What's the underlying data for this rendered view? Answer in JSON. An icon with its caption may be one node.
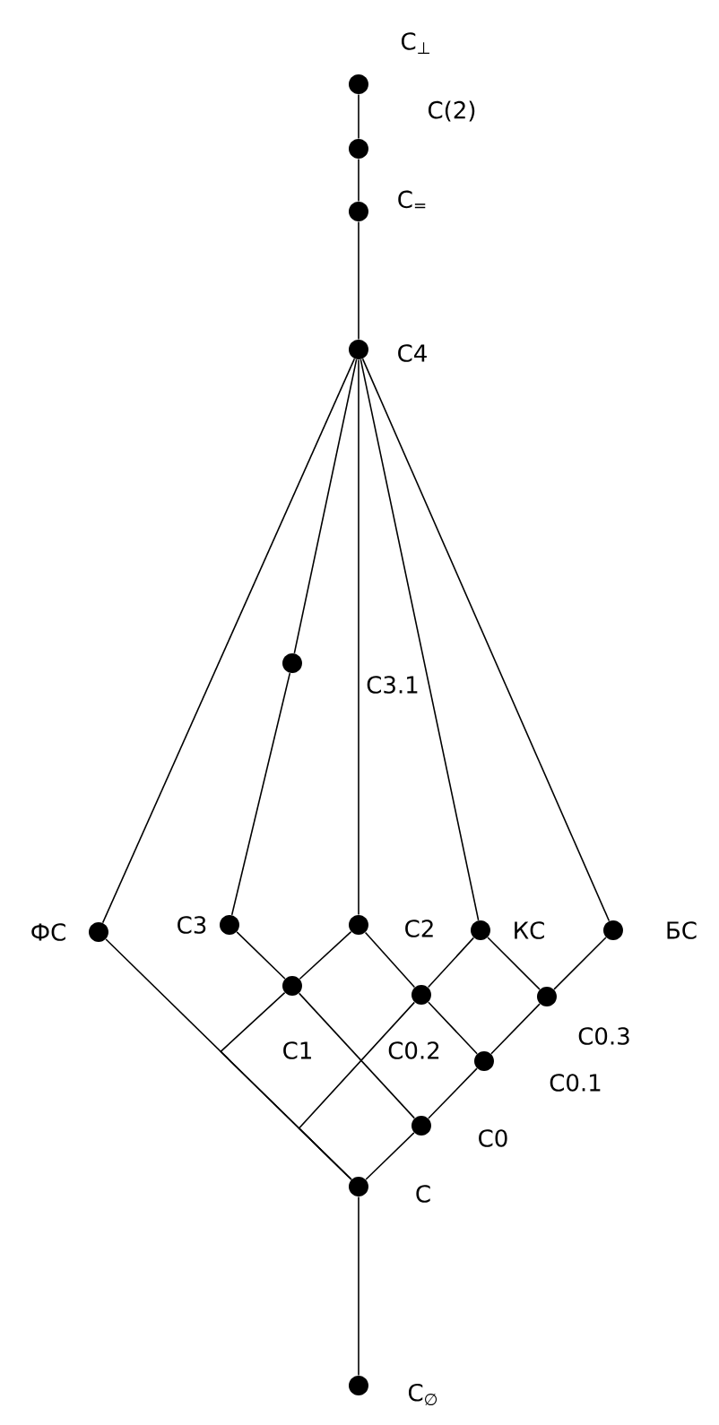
{
  "diagram": {
    "nodes": [
      {
        "text": [],
        "shape": "circle",
        "beside": [
          "С$_{⊥}$"
        ]
      },
      {
        "text": [],
        "shape": "circle",
        "beside": [
          "С(2)"
        ]
      },
      {
        "text": [],
        "shape": "circle",
        "beside": [
          "С$_{=}$"
        ]
      },
      {
        "text": [],
        "shape": "circle",
        "beside": [
          "С4"
        ]
      },
      {
        "text": [],
        "shape": "circle",
        "beside": [
          "С3.1"
        ]
      },
      {
        "text": [],
        "shape": "circle",
        "beside": [
          "ФС"
        ]
      },
      {
        "text": [],
        "shape": "circle",
        "beside": [
          "С3"
        ]
      },
      {
        "text": [],
        "shape": "circle",
        "beside": [
          "С2"
        ]
      },
      {
        "text": [],
        "shape": "circle",
        "beside": [
          "КС"
        ]
      },
      {
        "text": [],
        "shape": "circle",
        "beside": [
          "БС"
        ]
      },
      {
        "text": [],
        "shape": "circle",
        "beside": [
          "С1"
        ]
      },
      {
        "text": [],
        "shape": "circle",
        "beside": [
          "С0.2"
        ]
      },
      {
        "text": [],
        "shape": "circle",
        "beside": [
          "С0.3"
        ]
      },
      {
        "text": [],
        "shape": "circle",
        "beside": [
          "С0.1"
        ]
      },
      {
        "text": [],
        "shape": "circle",
        "beside": [
          "С0"
        ]
      },
      {
        "text": [],
        "shape": "circle",
        "beside": [
          "С"
        ]
      },
      {
        "text": [],
        "shape": "circle",
        "beside": [
          "С$_{∅}$"
        ]
      }
    ],
    "edges": [
      {
        "from": 0,
        "to": 1,
        "arrow": "none"
      },
      {
        "from": 1,
        "to": 2,
        "arrow": "none"
      },
      {
        "from": 2,
        "to": 3,
        "arrow": "none"
      },
      {
        "from": 3,
        "to": 5,
        "arrow": "none"
      },
      {
        "from": 3,
        "to": 4,
        "arrow": "none"
      },
      {
        "from": 4,
        "to": 6,
        "arrow": "none"
      },
      {
        "from": 3,
        "to": 7,
        "arrow": "none"
      },
      {
        "from": 3,
        "to": 8,
        "arrow": "none"
      },
      {
        "from": 3,
        "to": 9,
        "arrow": "none"
      },
      {
        "from": 5,
        "to": 15,
        "arrow": "none"
      },
      {
        "from": 6,
        "to": 10,
        "arrow": "none"
      },
      {
        "from": 7,
        "to": 10,
        "arrow": "none"
      },
      {
        "from": 10,
        "to": 14,
        "arrow": "none"
      },
      {
        "from": 10,
        "to": 15,
        "arrow": "none"
      },
      {
        "from": 7,
        "to": 11,
        "arrow": "none"
      },
      {
        "from": 8,
        "to": 11,
        "arrow": "none"
      },
      {
        "from": 11,
        "to": 13,
        "arrow": "none"
      },
      {
        "from": 11,
        "to": 15,
        "arrow": "none"
      },
      {
        "from": 8,
        "to": 12,
        "arrow": "none"
      },
      {
        "from": 9,
        "to": 12,
        "arrow": "none"
      },
      {
        "from": 12,
        "to": 13,
        "arrow": "none"
      },
      {
        "from": 13,
        "to": 14,
        "arrow": "none"
      },
      {
        "from": 14,
        "to": 15,
        "arrow": "none"
      },
      {
        "from": 15,
        "to": 16,
        "arrow": "none"
      }
    ]
  }
}
